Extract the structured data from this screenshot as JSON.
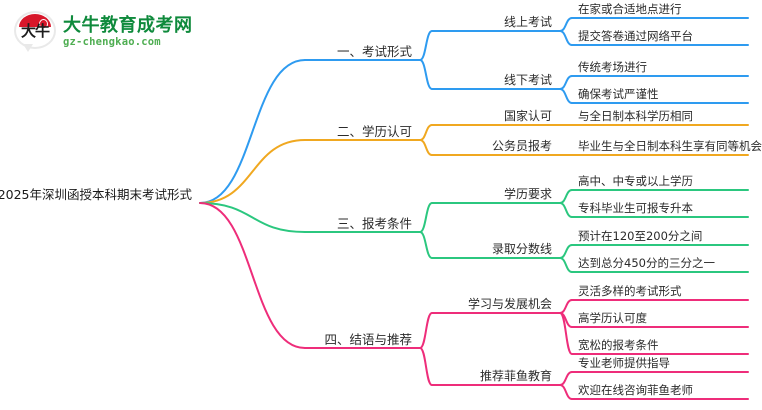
{
  "logo": {
    "mark_text": "大牛",
    "title": "大牛教育成考网",
    "url": "gz-chengkao.com",
    "brand_green": "#0f8a3c",
    "brand_red": "#d7172a"
  },
  "mindmap": {
    "root": {
      "label": "2025年深圳函授本科期末考试形式"
    },
    "branch_colors": {
      "blue": "#2E9BF0",
      "orange": "#F0A820",
      "green": "#2BC77F",
      "pink": "#EE2D7A"
    },
    "branches": [
      {
        "label": "一、考试形式",
        "color": "#2E9BF0",
        "children": [
          {
            "label": "线上考试",
            "leaves": [
              {
                "label": "在家或合适地点进行"
              },
              {
                "label": "提交答卷通过网络平台"
              }
            ]
          },
          {
            "label": "线下考试",
            "leaves": [
              {
                "label": "传统考场进行"
              },
              {
                "label": "确保考试严谨性"
              }
            ]
          }
        ]
      },
      {
        "label": "二、学历认可",
        "color": "#F0A820",
        "children": [
          {
            "label": "国家认可",
            "leaves": [
              {
                "label": "与全日制本科学历相同"
              }
            ]
          },
          {
            "label": "公务员报考",
            "leaves": [
              {
                "label": "毕业生与全日制本科生享有同等机会"
              }
            ]
          }
        ]
      },
      {
        "label": "三、报考条件",
        "color": "#2BC77F",
        "children": [
          {
            "label": "学历要求",
            "leaves": [
              {
                "label": "高中、中专或以上学历"
              },
              {
                "label": "专科毕业生可报专升本"
              }
            ]
          },
          {
            "label": "录取分数线",
            "leaves": [
              {
                "label": "预计在120至200分之间"
              },
              {
                "label": "达到总分450分的三分之一"
              }
            ]
          }
        ]
      },
      {
        "label": "四、结语与推荐",
        "color": "#EE2D7A",
        "children": [
          {
            "label": "学习与发展机会",
            "leaves": [
              {
                "label": "灵活多样的考试形式"
              },
              {
                "label": "高学历认可度"
              },
              {
                "label": "宽松的报考条件"
              }
            ]
          },
          {
            "label": "推荐菲鱼教育",
            "leaves": [
              {
                "label": "专业老师提供指导"
              },
              {
                "label": "欢迎在线咨询菲鱼老师"
              }
            ]
          }
        ]
      }
    ]
  }
}
